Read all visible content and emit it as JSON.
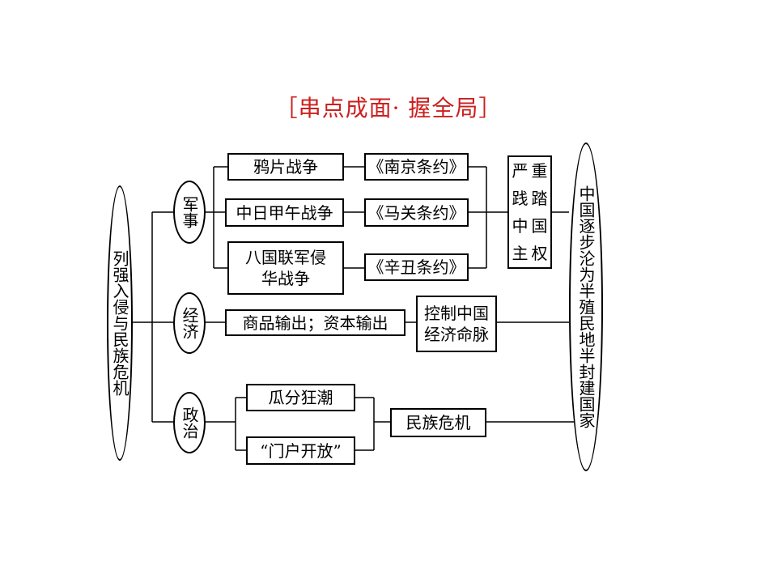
{
  "title": "［串点成面· 握全局］",
  "root": "列强入侵与民族危机",
  "categories": {
    "military": "军事",
    "economy": "经济",
    "politics": "政治"
  },
  "military": {
    "war1": "鸦片战争",
    "treaty1": "《南京条约》",
    "war2": "中日甲午战争",
    "treaty2": "《马关条约》",
    "war3": "八国联军侵华战争",
    "treaty3": "《辛丑条约》",
    "result_chars": [
      "严",
      "重",
      "践",
      "踏",
      "中",
      "国",
      "主",
      "权"
    ]
  },
  "economy": {
    "action": "商品输出；资本输出",
    "result": "控制中国经济命脉"
  },
  "politics": {
    "item1": "瓜分狂潮",
    "item2": "“门户开放”",
    "result": "民族危机"
  },
  "conclusion": "中国逐步沦为半殖民地半封建国家"
}
